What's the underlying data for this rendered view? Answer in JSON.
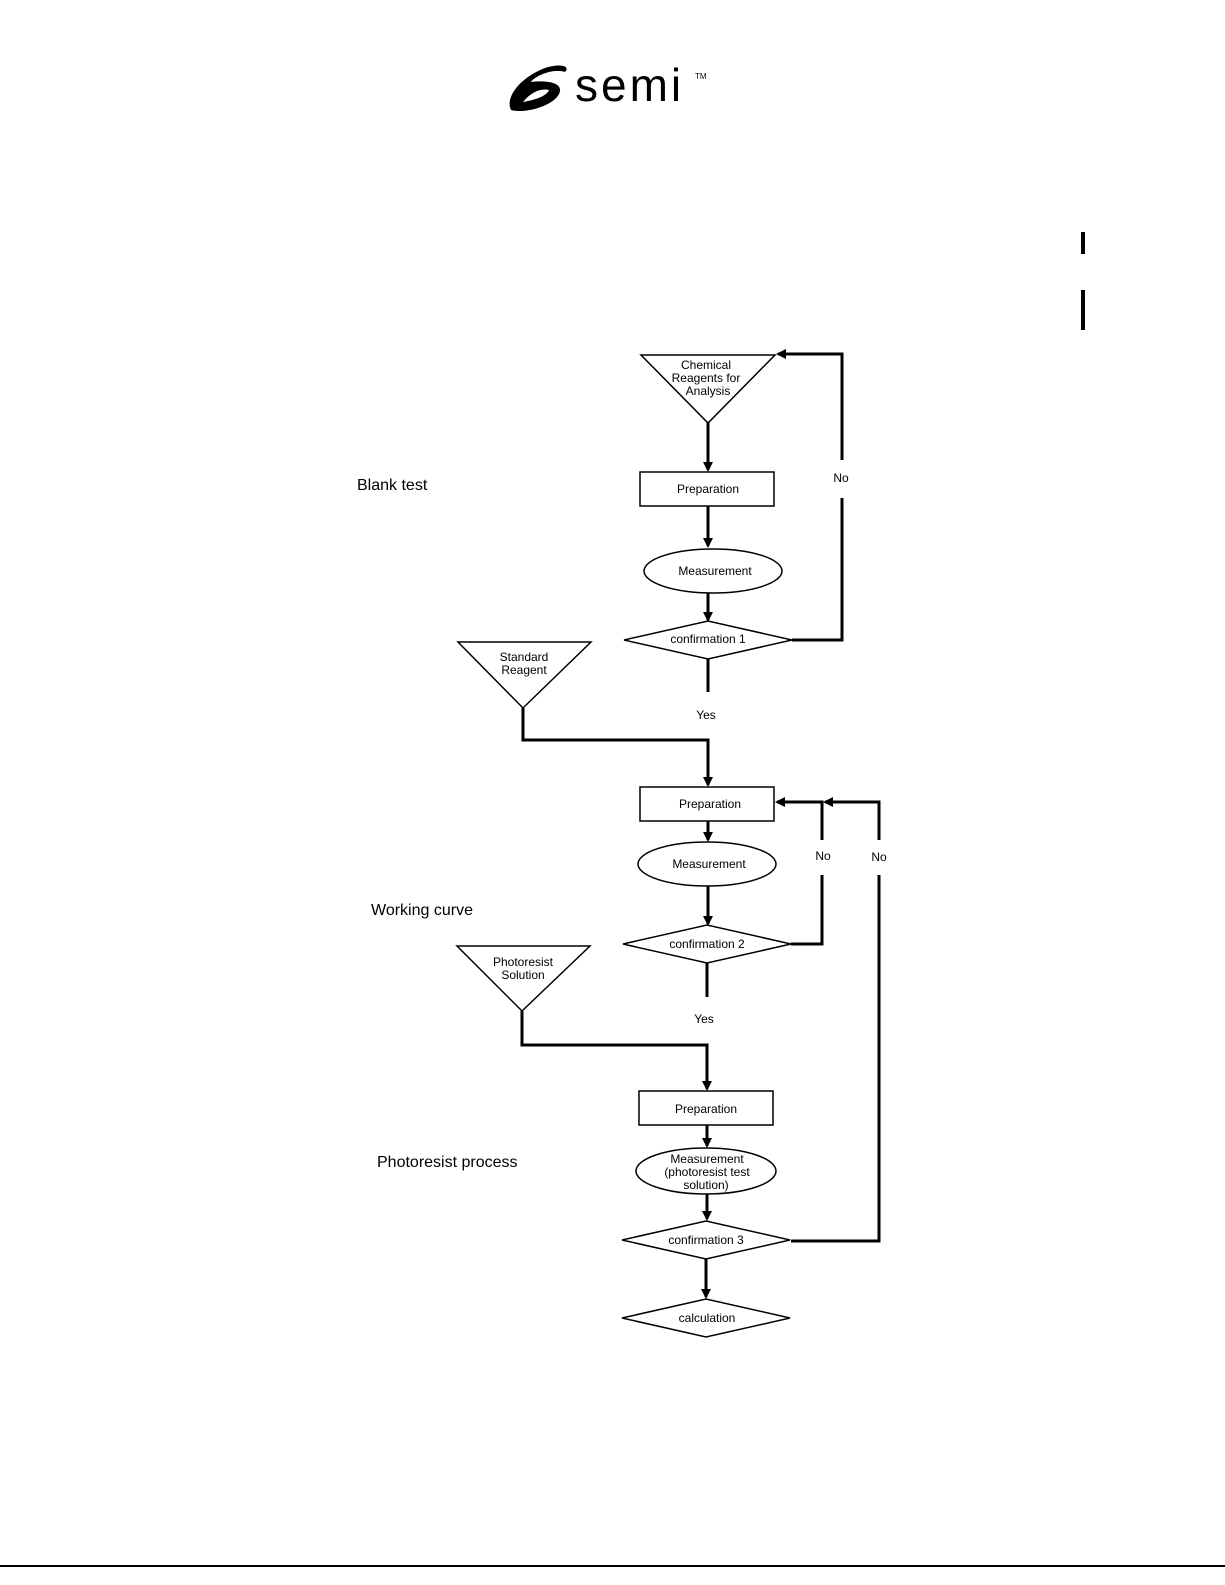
{
  "header": {
    "logo_text": "semi",
    "logo_tm": "TM"
  },
  "sections": {
    "blank_test": "Blank test",
    "working_curve": "Working curve",
    "photoresist_process": "Photoresist process"
  },
  "nodes": {
    "chemical_reagents": [
      "Chemical",
      "Reagents for",
      "Analysis"
    ],
    "preparation_1": "Preparation",
    "measurement_1": "Measurement",
    "confirmation_1": "confirmation 1",
    "standard_reagent": [
      "Standard",
      "Reagent"
    ],
    "preparation_2": "Preparation",
    "measurement_2": "Measurement",
    "confirmation_2": "confirmation 2",
    "photoresist_solution": [
      "Photoresist",
      "Solution"
    ],
    "preparation_3": "Preparation",
    "measurement_3": [
      "Measurement",
      "(photoresist test",
      "solution)"
    ],
    "confirmation_3": "confirmation 3",
    "calculation": "calculation"
  },
  "edges": {
    "no_1": "No",
    "yes_1": "Yes",
    "no_2": "No",
    "no_3": "No",
    "yes_2": "Yes"
  }
}
